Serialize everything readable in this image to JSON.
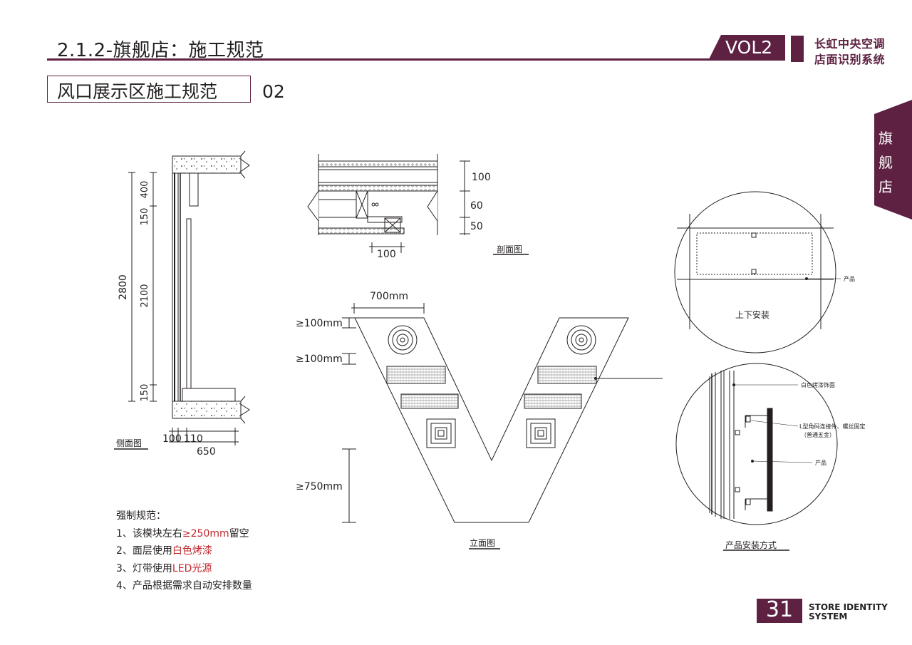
{
  "header": {
    "title": "2.1.2-旗舰店：施工规范",
    "vol": "VOL2",
    "brand_line1": "长虹中央空调",
    "brand_line2": "店面识别系统"
  },
  "section": {
    "title": "风口展示区施工规范",
    "number": "02"
  },
  "side_tab": [
    "旗",
    "舰",
    "店"
  ],
  "side_view": {
    "caption": "侧面图",
    "dims": [
      "2800",
      "400",
      "150",
      "2100",
      "150",
      "100",
      "110",
      "650"
    ]
  },
  "section_view": {
    "caption": "剖面图",
    "dims": [
      "100",
      "60",
      "50",
      "100"
    ]
  },
  "elevation": {
    "caption": "立面图",
    "dims": [
      "700mm",
      "≥100mm",
      "≥100mm",
      "≥750mm"
    ]
  },
  "detail_top": {
    "caption": "上下安装",
    "label": "产品"
  },
  "detail_bottom": {
    "caption": "产品安装方式",
    "labels": [
      "白色烤漆饰面",
      "L型角码连接件、螺丝固定",
      "（普通五金）",
      "产品"
    ]
  },
  "notes": {
    "heading": "强制规范：",
    "items": [
      {
        "pre": "1、该模块左右",
        "hl": "≥250mm",
        "post": "留空"
      },
      {
        "pre": "2、面层使用",
        "hl": "白色烤漆",
        "post": ""
      },
      {
        "pre": "3、灯带使用",
        "hl": "LED光源",
        "post": ""
      },
      {
        "pre": "4、产品根据需求自动安排数量",
        "hl": "",
        "post": ""
      }
    ]
  },
  "footer": {
    "page": "31",
    "line1": "STORE IDENTITY",
    "line2": "SYSTEM"
  },
  "colors": {
    "brand": "#5e2142",
    "highlight": "#c0272d"
  }
}
